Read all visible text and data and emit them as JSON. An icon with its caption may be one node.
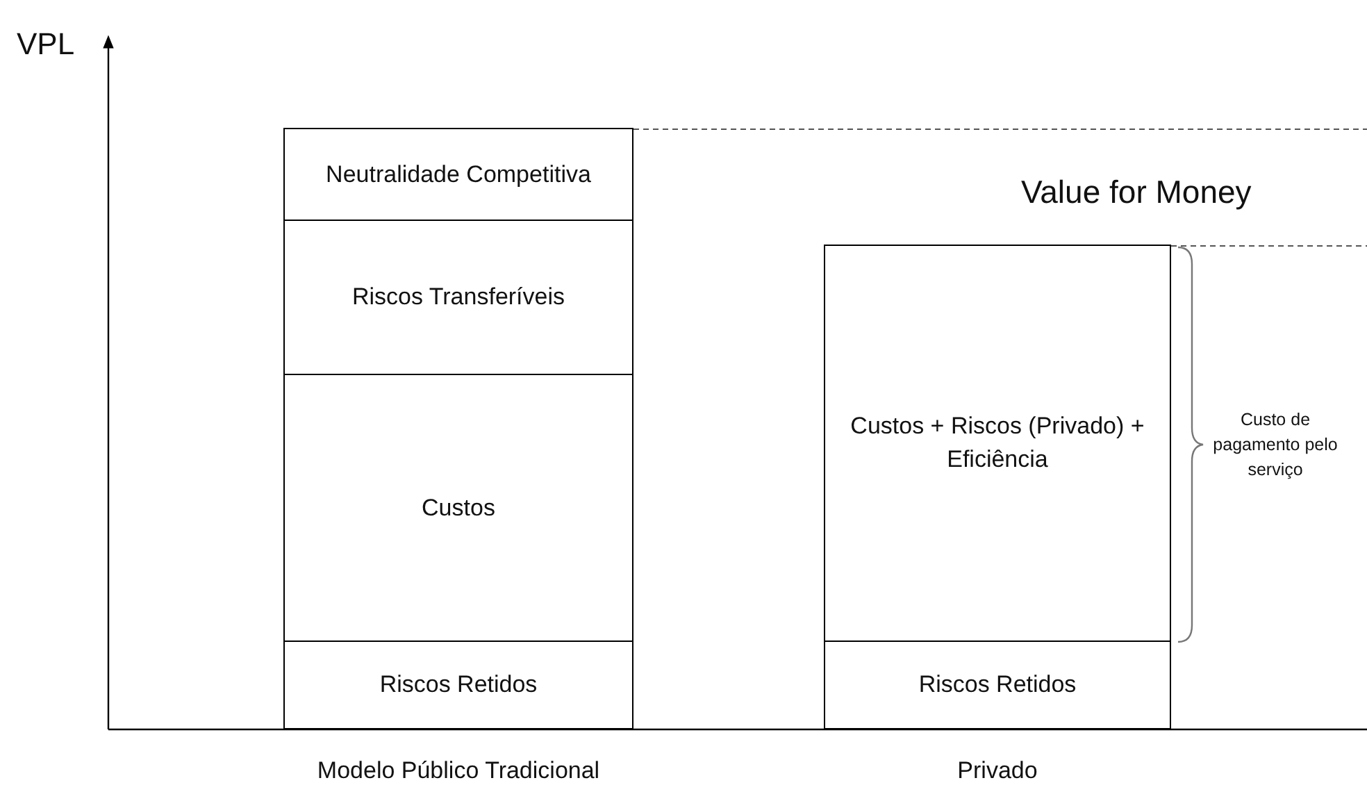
{
  "diagram": {
    "nodes": [
      {
        "text": [
          "Neutralidade Competitiva"
        ]
      },
      {
        "text": [
          "Riscos Transferíveis"
        ]
      },
      {
        "text": [
          "Custos"
        ]
      },
      {
        "text": [
          "Riscos Retidos"
        ]
      },
      {
        "text": [
          "Custos + Riscos (Privado) + Eficiência"
        ]
      },
      {
        "text": [
          "Riscos Retidos"
        ]
      }
    ],
    "labels": [
      "VPL",
      "Value for Money",
      "Custo de pagamento pelo serviço",
      "Modelo Público Tradicional",
      "Privado"
    ]
  }
}
